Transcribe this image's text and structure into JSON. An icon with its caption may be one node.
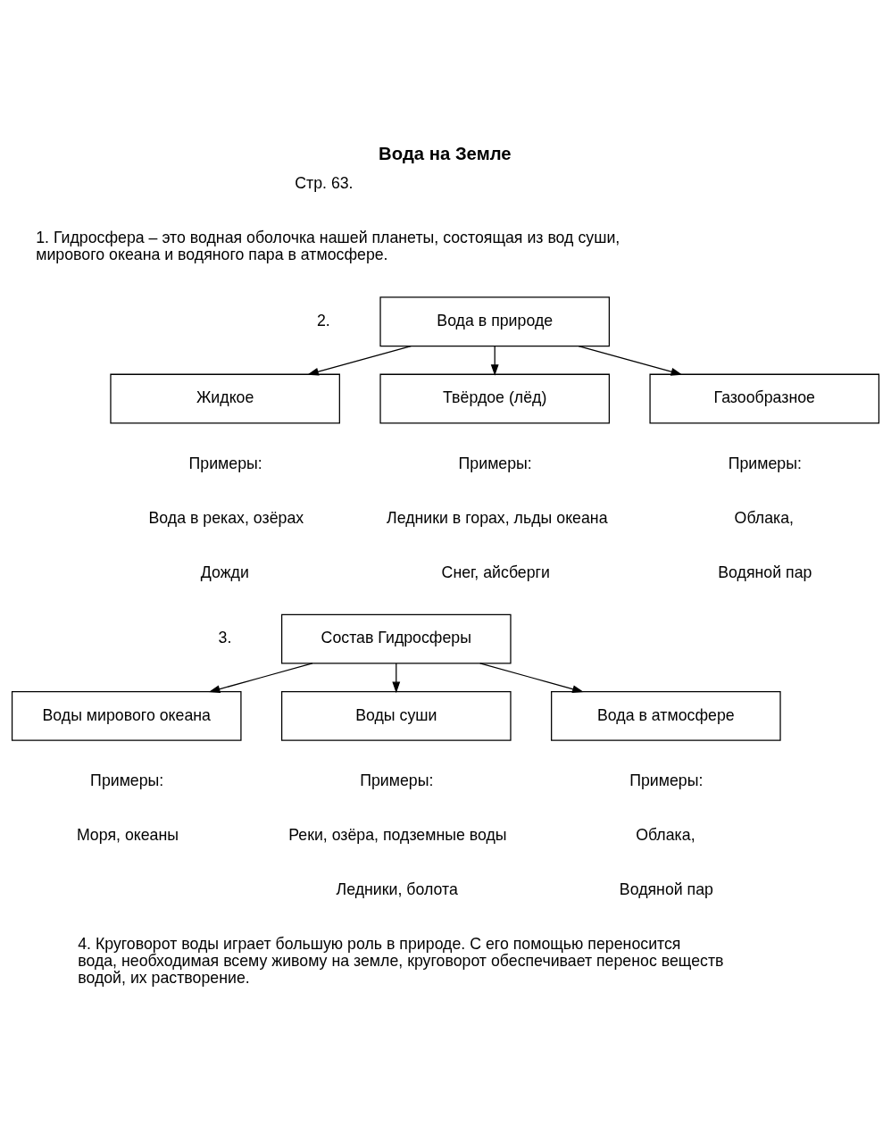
{
  "diagram": {
    "title": "Вода на Земле",
    "nodes": [
      {
        "text": [
          "Вода в природе"
        ]
      },
      {
        "text": [
          "Жидкое"
        ]
      },
      {
        "text": [
          "Твёрдое (лёд)"
        ]
      },
      {
        "text": [
          "Газообразное"
        ]
      },
      {
        "text": [
          "Состав Гидросферы"
        ]
      },
      {
        "text": [
          "Воды мирового океана"
        ]
      },
      {
        "text": [
          "Воды суши"
        ]
      },
      {
        "text": [
          "Вода в атмосфере"
        ]
      }
    ],
    "edges": [
      {
        "from": 0,
        "to": 1,
        "arrow": "to"
      },
      {
        "from": 0,
        "to": 2,
        "arrow": "to"
      },
      {
        "from": 0,
        "to": 3,
        "arrow": "to"
      },
      {
        "from": 4,
        "to": 5,
        "arrow": "to"
      },
      {
        "from": 4,
        "to": 6,
        "arrow": "to"
      },
      {
        "from": 4,
        "to": 7,
        "arrow": "to"
      }
    ],
    "labels": [
      "Стр. 63.",
      "1. Гидросфера – это водная оболочка нашей планеты, состоящая из вод суши, мирового океана и водяного пара в атмосфере.",
      "2.",
      "Примеры:",
      "Примеры:",
      "Примеры:",
      "Вода в реках, озёрах",
      "Ледники в горах, льды океана",
      "Облака,",
      "Дожди",
      "Снег, айсберги",
      "Водяной пар",
      "3.",
      "Примеры:",
      "Примеры:",
      "Примеры:",
      "Моря, океаны",
      "Реки, озёра, подземные воды",
      "Облака,",
      "Ледники, болота",
      "Водяной пар",
      "4. Круговорот воды играет большую роль в природе. С его помощью переносится вода, необходимая всему живому на земле, круговорот обеспечивает перенос веществ водой, их растворение."
    ]
  }
}
